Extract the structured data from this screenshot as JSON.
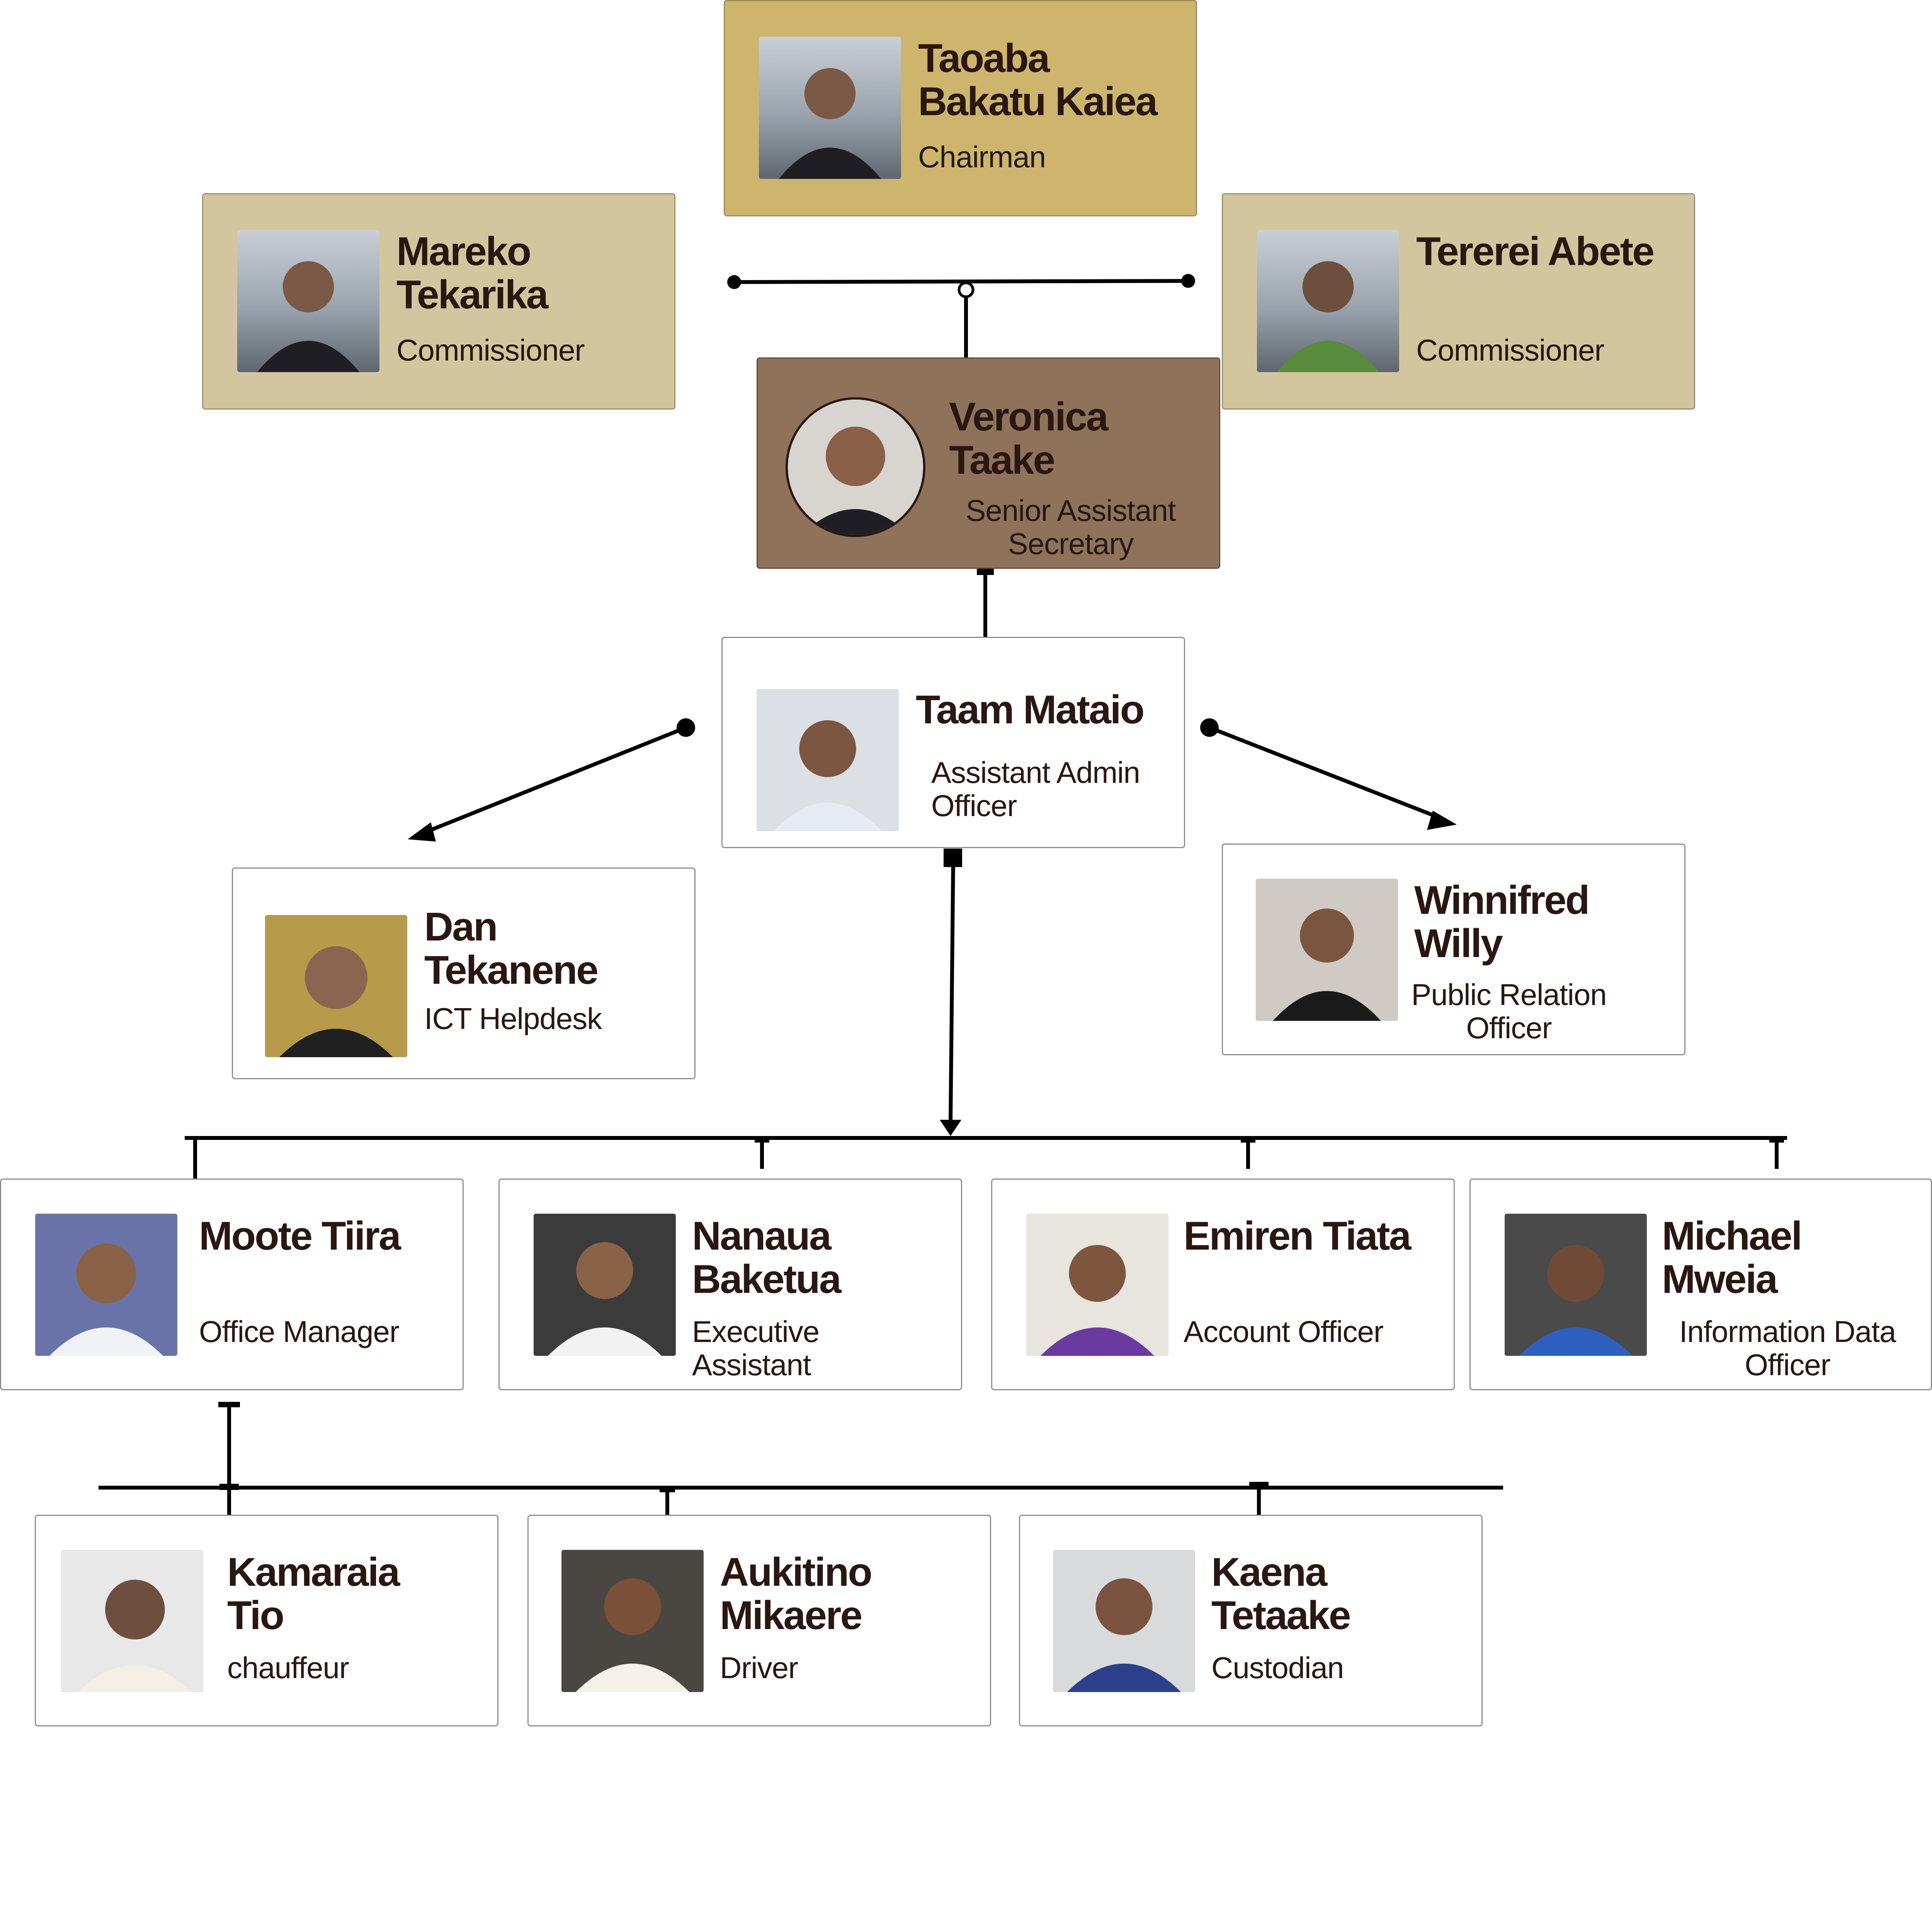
{
  "people": {
    "chairman": {
      "name": "Taoaba Bakatu Kaiea",
      "role": "Chairman",
      "photo": "person-photo"
    },
    "commissioner_left": {
      "name": "Mareko Tekarika",
      "role": "Commissioner",
      "photo": "person-photo"
    },
    "commissioner_right": {
      "name": "Tererei Abete",
      "role": "Commissioner",
      "photo": "person-photo"
    },
    "senior_secretary": {
      "name": "Veronica Taake",
      "role": "Senior Assistant Secretary",
      "photo": "person-photo"
    },
    "admin_officer": {
      "name": "Taam Mataio",
      "role": "Assistant Admin Officer",
      "photo": "person-photo"
    },
    "ict_helpdesk": {
      "name": "Dan Tekanene",
      "role": "ICT Helpdesk",
      "photo": "person-photo"
    },
    "public_relation": {
      "name": "Winnifred Willy",
      "role": "Public Relation Officer",
      "photo": "person-photo"
    },
    "office_manager": {
      "name": "Moote Tiira",
      "role": "Office Manager",
      "photo": "person-photo"
    },
    "executive_assistant": {
      "name": "Nanaua Baketua",
      "role": "Executive Assistant",
      "photo": "person-photo"
    },
    "account_officer": {
      "name": "Emiren Tiata",
      "role": "Account Officer",
      "photo": "person-photo"
    },
    "info_data_officer": {
      "name": "Michael Mweia",
      "role": "Information Data Officer",
      "photo": "person-photo"
    },
    "chauffeur": {
      "name": "Kamaraia Tio",
      "role": "chauffeur",
      "photo": "person-photo"
    },
    "driver": {
      "name": "Aukitino Mikaere",
      "role": "Driver",
      "photo": "person-photo"
    },
    "custodian": {
      "name": "Kaena Tetaake",
      "role": "Custodian",
      "photo": "person-photo"
    }
  },
  "colors": {
    "chairman_card": "#cdb56e",
    "commissioner_card": "#d3c69e",
    "secretary_card": "#8e735a",
    "staff_card": "#ffffff",
    "text": "#2a1712",
    "connector": "#000000"
  }
}
